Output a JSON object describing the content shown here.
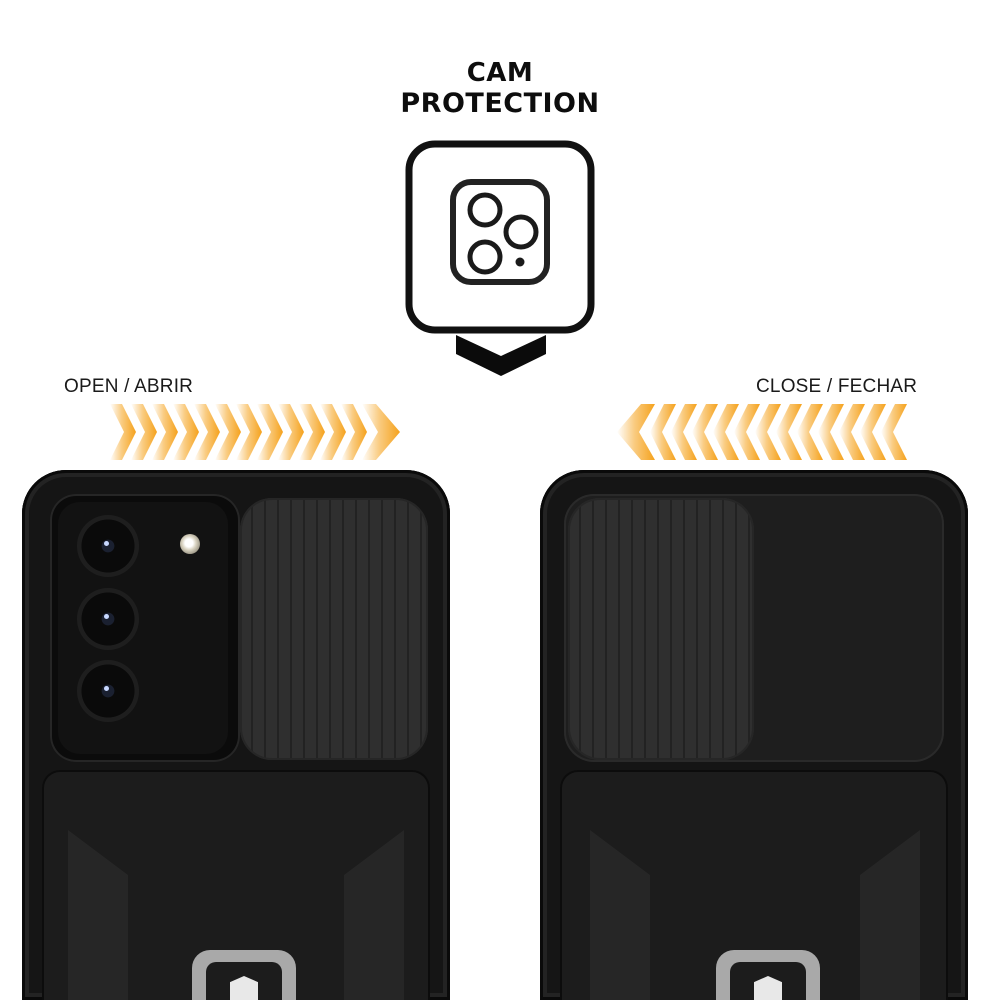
{
  "header": {
    "title_line1": "CAM",
    "title_line2": "PROTECTION",
    "icon": "camera-module-icon",
    "pointer_icon": "chevron-down-icon"
  },
  "left_panel": {
    "label": "OPEN / ABRIR",
    "arrow_direction": "right",
    "arrow_icon": "chevron-right-icon",
    "arrow_count": 13,
    "state": "open",
    "camera_lenses": 3
  },
  "right_panel": {
    "label": "CLOSE / FECHAR",
    "arrow_direction": "left",
    "arrow_icon": "chevron-left-icon",
    "arrow_count": 13,
    "state": "closed"
  },
  "colors": {
    "accent_orange": "#F5A21C",
    "text_dark": "#0D0D0D",
    "case_black": "#151515",
    "slider_gray": "#2F2F2F"
  }
}
